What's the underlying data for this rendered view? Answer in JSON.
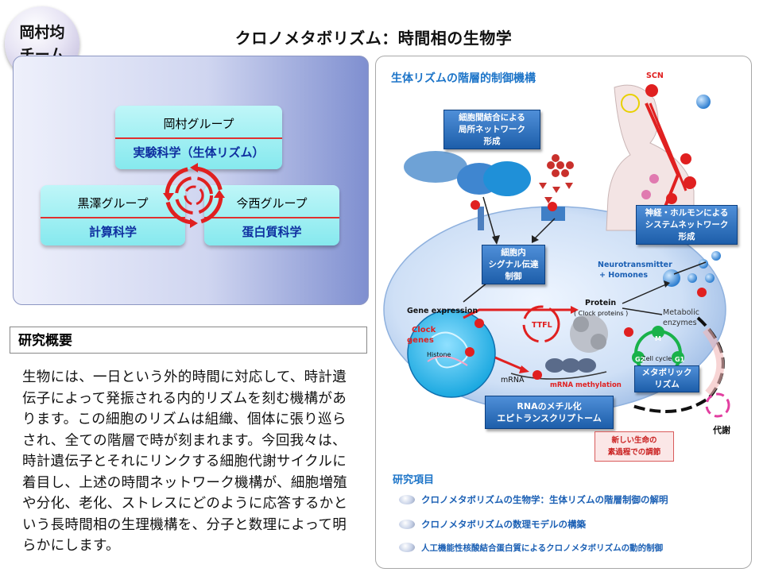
{
  "team_badge": {
    "line1": "岡村均",
    "line2": "チーム"
  },
  "page_title": "クロノメタボリズム：時間相の生物学",
  "groups": {
    "okamura": {
      "name": "岡村グループ",
      "field": "実験科学（生体リズム）"
    },
    "kurosawa": {
      "name": "黒澤グループ",
      "field": "計算科学"
    },
    "imanishi": {
      "name": "今西グループ",
      "field": "蛋白質科学"
    }
  },
  "overview": {
    "heading": "研究概要",
    "text": "生物には、一日という外的時間に対応して、時計遺伝子によって発振される内的リズムを刻む機構があります。この細胞のリズムは組織、個体に張り巡らされ、全ての階層で時が刻まれます。今回我々は、時計遺伝子とそれにリンクする細胞代謝サイクルに着目し、上述の時間ネットワーク機構が、細胞増殖や分化、老化、ストレスにどのように応答するかという長時間相の生理機構を、分子と数理によって明らかにします。"
  },
  "diagram": {
    "title": "生体リズムの階層的制御機構",
    "local_network": [
      "細胞間結合による",
      "局所ネットワーク",
      "形成"
    ],
    "system_network": [
      "神経・ホルモンによる",
      "システムネットワーク",
      "形成"
    ],
    "intracellular": [
      "細胞内",
      "シグナル伝達",
      "制御"
    ],
    "scn": "SCN",
    "neurotransmitter": "Neurotransmitter",
    "hormones": "+ Homones",
    "gene_expression": "Gene expression",
    "protein": "Protein",
    "clock_proteins": "( Clock proteins )",
    "metabolic_enzymes": [
      "Metabolic",
      "enzymes"
    ],
    "clock_genes": [
      "Clock",
      "genes"
    ],
    "histone": "Histone",
    "ttfl": "TTFL",
    "mrna": "mRNA",
    "mrna_methylation": "mRNA methylation",
    "cell_cycle": "Cell cycle",
    "phase_m": "M",
    "phase_g1": "G1",
    "phase_g2": "G2",
    "metabolic_rhythm": [
      "メタボリック",
      "リズム"
    ],
    "epitranscriptome": [
      "RNAのメチル化",
      "エピトランスクリプトーム"
    ],
    "metabolism": "代謝",
    "new_life": [
      "新しい生命の",
      "素過程での調節"
    ]
  },
  "research_items": {
    "heading": "研究項目",
    "items": [
      "クロノメタボリズムの生物学：生体リズムの階層制御の解明",
      "クロノメタボリズムの数理モデルの構築",
      "人工機能性核酸結合蛋白質によるクロノメタボリズムの動的制御"
    ]
  },
  "colors": {
    "accent_blue": "#1c74c8",
    "box_blue": "#1d5eaa",
    "red": "#e02020",
    "cyan_box": "#86e9ee"
  }
}
